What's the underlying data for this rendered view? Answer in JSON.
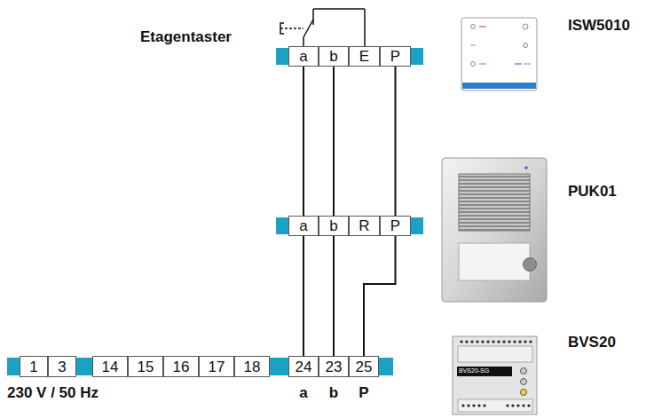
{
  "diagram": {
    "nodes": [
      {
        "text": [
          "a"
        ]
      },
      {
        "text": [
          "b"
        ]
      },
      {
        "text": [
          "E"
        ]
      },
      {
        "text": [
          "P"
        ]
      },
      {
        "text": [
          "a"
        ]
      },
      {
        "text": [
          "b"
        ]
      },
      {
        "text": [
          "R"
        ]
      },
      {
        "text": [
          "P"
        ]
      },
      {
        "text": [
          "1"
        ]
      },
      {
        "text": [
          "3"
        ]
      },
      {
        "text": [
          "14"
        ]
      },
      {
        "text": [
          "15"
        ]
      },
      {
        "text": [
          "16"
        ]
      },
      {
        "text": [
          "17"
        ]
      },
      {
        "text": [
          "18"
        ]
      },
      {
        "text": [
          "24"
        ]
      },
      {
        "text": [
          "23"
        ]
      },
      {
        "text": [
          "25"
        ]
      }
    ],
    "edges": [
      {
        "from": 0,
        "to": 4,
        "arrow": "none"
      },
      {
        "from": 4,
        "to": 15,
        "arrow": "none"
      },
      {
        "from": 1,
        "to": 5,
        "arrow": "none"
      },
      {
        "from": 5,
        "to": 16,
        "arrow": "none"
      },
      {
        "from": 3,
        "to": 7,
        "arrow": "none"
      },
      {
        "from": 7,
        "to": 17,
        "arrow": "none"
      }
    ],
    "labels": [
      "Etagentaster",
      "ISW5010",
      "PUK01",
      "BVS20",
      "BVS20-SG",
      "230 V / 50 Hz",
      "a",
      "b",
      "P"
    ]
  }
}
